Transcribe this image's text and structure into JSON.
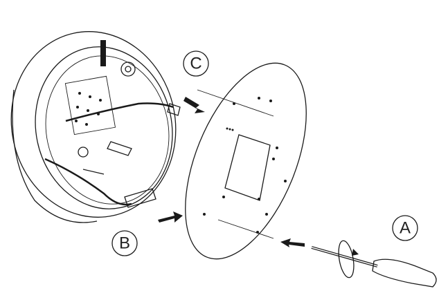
{
  "labels": {
    "a": "A",
    "b": "B",
    "c": "C"
  },
  "colors": {
    "line": "#1a1a1a",
    "background": "#ffffff"
  }
}
